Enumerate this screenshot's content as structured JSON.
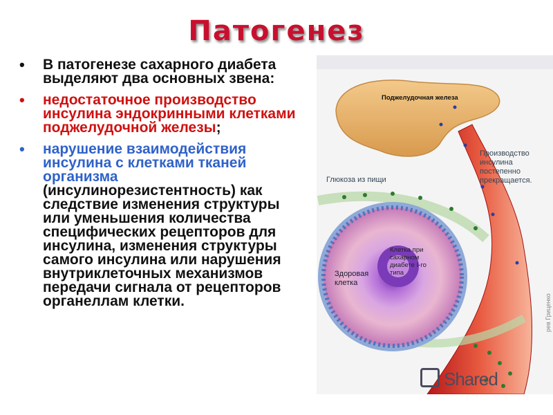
{
  "slide": {
    "title": "Патогенез",
    "bullets": [
      {
        "text": "В патогенезе сахарного диабета выделяют два основных звена:",
        "color": "#111111"
      },
      {
        "text": "недостаточное производство инсулина эндокринными клетками поджелудочной железы",
        "suffix": ";",
        "color": "#d01010"
      },
      {
        "text_colored": "нарушение взаимодействия инсулина с клетками тканей организма",
        "text_rest": "(инсулинорезистентность) как следствие изменения структуры или уменьшения количества специфических рецепторов для инсулина, изменения структуры самого инсулина или нарушения внутриклеточных механизмов передачи сигнала от рецепторов органеллам клетки.",
        "color": "#2f62c9"
      }
    ]
  },
  "figure": {
    "pancreas_label": "Поджелудочная железа",
    "insulin_label": "Производство инсулина постепенно прекращается.",
    "glucose_label": "Глюкоза из пищи",
    "sick_cell_label": "Клетка при сахарном диабете I-го типа",
    "healthy_cell_label": "Здоровая клетка",
    "watermark": "Shared",
    "side_text": "рев Гриценко"
  },
  "colors": {
    "title": "#c8102e",
    "red_text": "#d01010",
    "blue_text": "#2f62c9"
  }
}
